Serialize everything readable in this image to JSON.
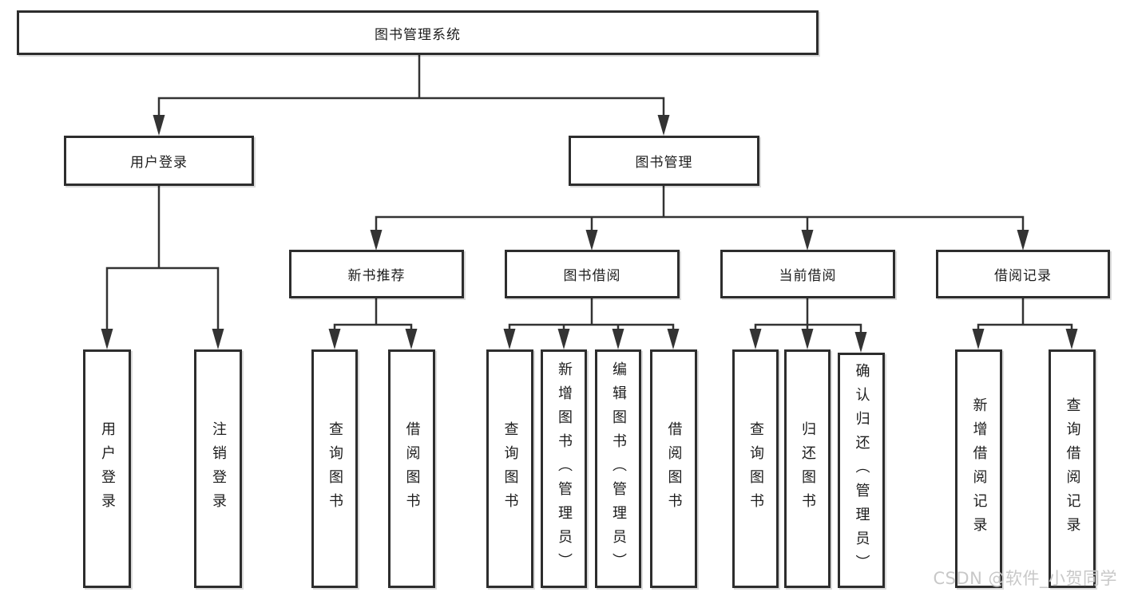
{
  "diagram": {
    "root": {
      "label": "图书管理系统"
    },
    "branches": [
      {
        "label": "用户登录",
        "children": [
          {
            "label": "用户登录"
          },
          {
            "label": "注销登录"
          }
        ]
      },
      {
        "label": "图书管理",
        "children": [
          {
            "label": "新书推荐",
            "children": [
              {
                "label": "查询图书"
              },
              {
                "label": "借阅图书"
              }
            ]
          },
          {
            "label": "图书借阅",
            "children": [
              {
                "label": "查询图书"
              },
              {
                "label": "新增图书（管理员）"
              },
              {
                "label": "编辑图书（管理员）"
              },
              {
                "label": "借阅图书"
              }
            ]
          },
          {
            "label": "当前借阅",
            "children": [
              {
                "label": "查询图书"
              },
              {
                "label": "归还图书"
              },
              {
                "label": "确认归还（管理员）"
              }
            ]
          },
          {
            "label": "借阅记录",
            "children": [
              {
                "label": "新增借阅记录"
              },
              {
                "label": "查询借阅记录"
              }
            ]
          }
        ]
      }
    ]
  },
  "watermark": {
    "text": "CSDN @软件_小贺同学"
  },
  "colors": {
    "line": "#333333",
    "border": "#2d2d2d",
    "text": "#1d1d1d",
    "watermark": "#c5c5c5"
  }
}
